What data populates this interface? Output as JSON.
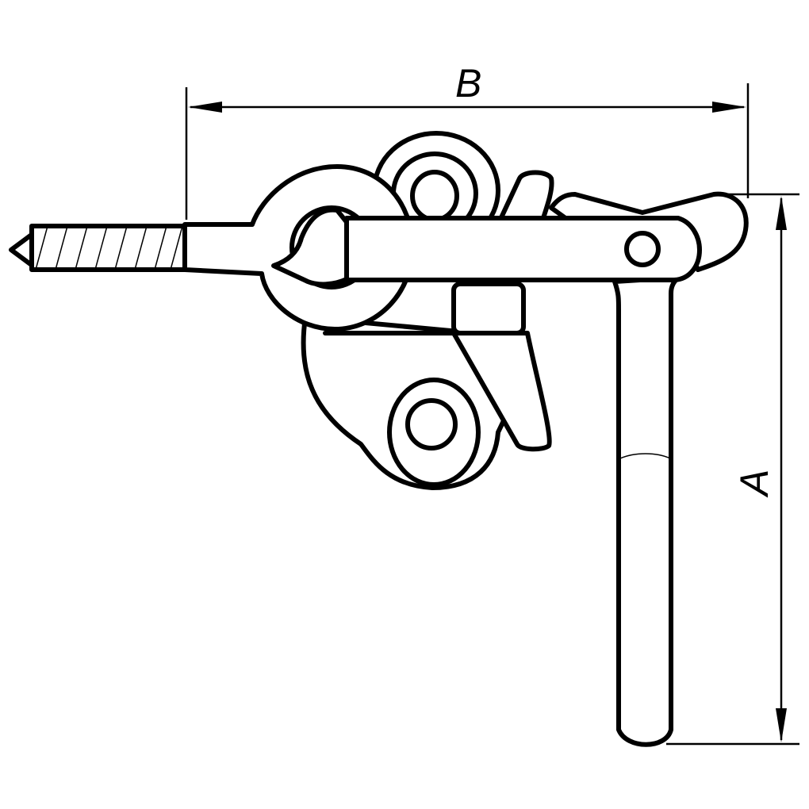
{
  "dimensions": [
    {
      "id": "A",
      "label": "A",
      "orientation": "vertical"
    },
    {
      "id": "B",
      "label": "B",
      "orientation": "horizontal"
    }
  ],
  "colors": {
    "line": "#000000",
    "background": "#ffffff"
  }
}
